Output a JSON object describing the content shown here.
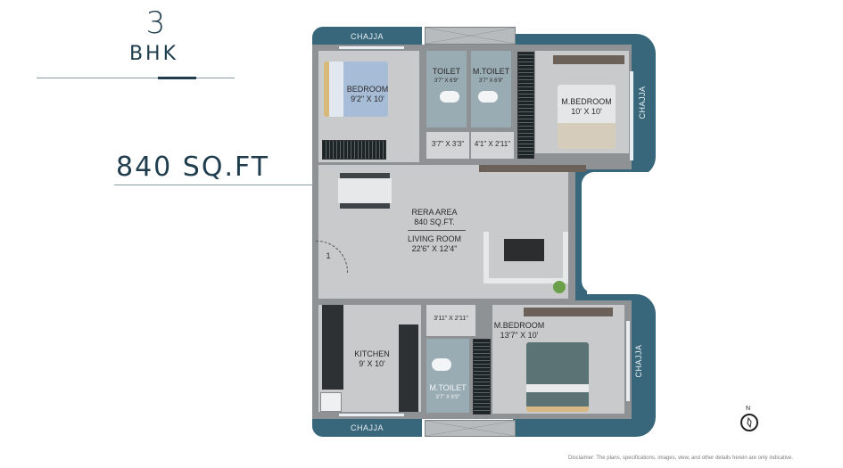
{
  "header": {
    "unit_count": "3",
    "unit_type": "BHK",
    "total_area": "840 SQ.FT"
  },
  "plan": {
    "chajja_labels": [
      "CHAJJA",
      "CHAJJA",
      "CHAJJA",
      "CHAJJA"
    ],
    "rooms": {
      "bedroom": {
        "name": "BEDROOM",
        "size": "9'2\" X 10'"
      },
      "toilet": {
        "name": "TOILET",
        "size": "3'7\" X 6'9\""
      },
      "m_toilet_top": {
        "name": "M.TOILET",
        "size": "3'7\" X 6'9\""
      },
      "passage_1": {
        "size": "3'7\" X 3'3\""
      },
      "passage_2": {
        "size": "4'1\" X 2'11\""
      },
      "m_bedroom_top": {
        "name": "M.BEDROOM",
        "size": "10' X 10'"
      },
      "living_room": {
        "name": "LIVING ROOM",
        "size": "22'6\" X 12'4\""
      },
      "kitchen": {
        "name": "KITCHEN",
        "size": "9' X 10'"
      },
      "passage_3": {
        "size": "3'11\" X 2'11\""
      },
      "m_bedroom_bottom": {
        "name": "M.BEDROOM",
        "size": "13'7\" X 10'"
      },
      "m_toilet_bottom": {
        "name": "M.TOILET",
        "size": "3'7\" X 6'9\""
      }
    },
    "rera": {
      "label": "RERA AREA",
      "value": "840 SQ.FT."
    },
    "entrance_marker": "1"
  },
  "compass": {
    "label": "N"
  },
  "footer": {
    "disclaimer": "Disclaimer: The plans, specifications, images, view, and other details herein are only indicative."
  },
  "colors": {
    "brand_dark": "#1f3d4d",
    "chajja_teal": "#38667a",
    "wall_gray": "#8f9294",
    "floor_gray": "#c9cacb"
  }
}
